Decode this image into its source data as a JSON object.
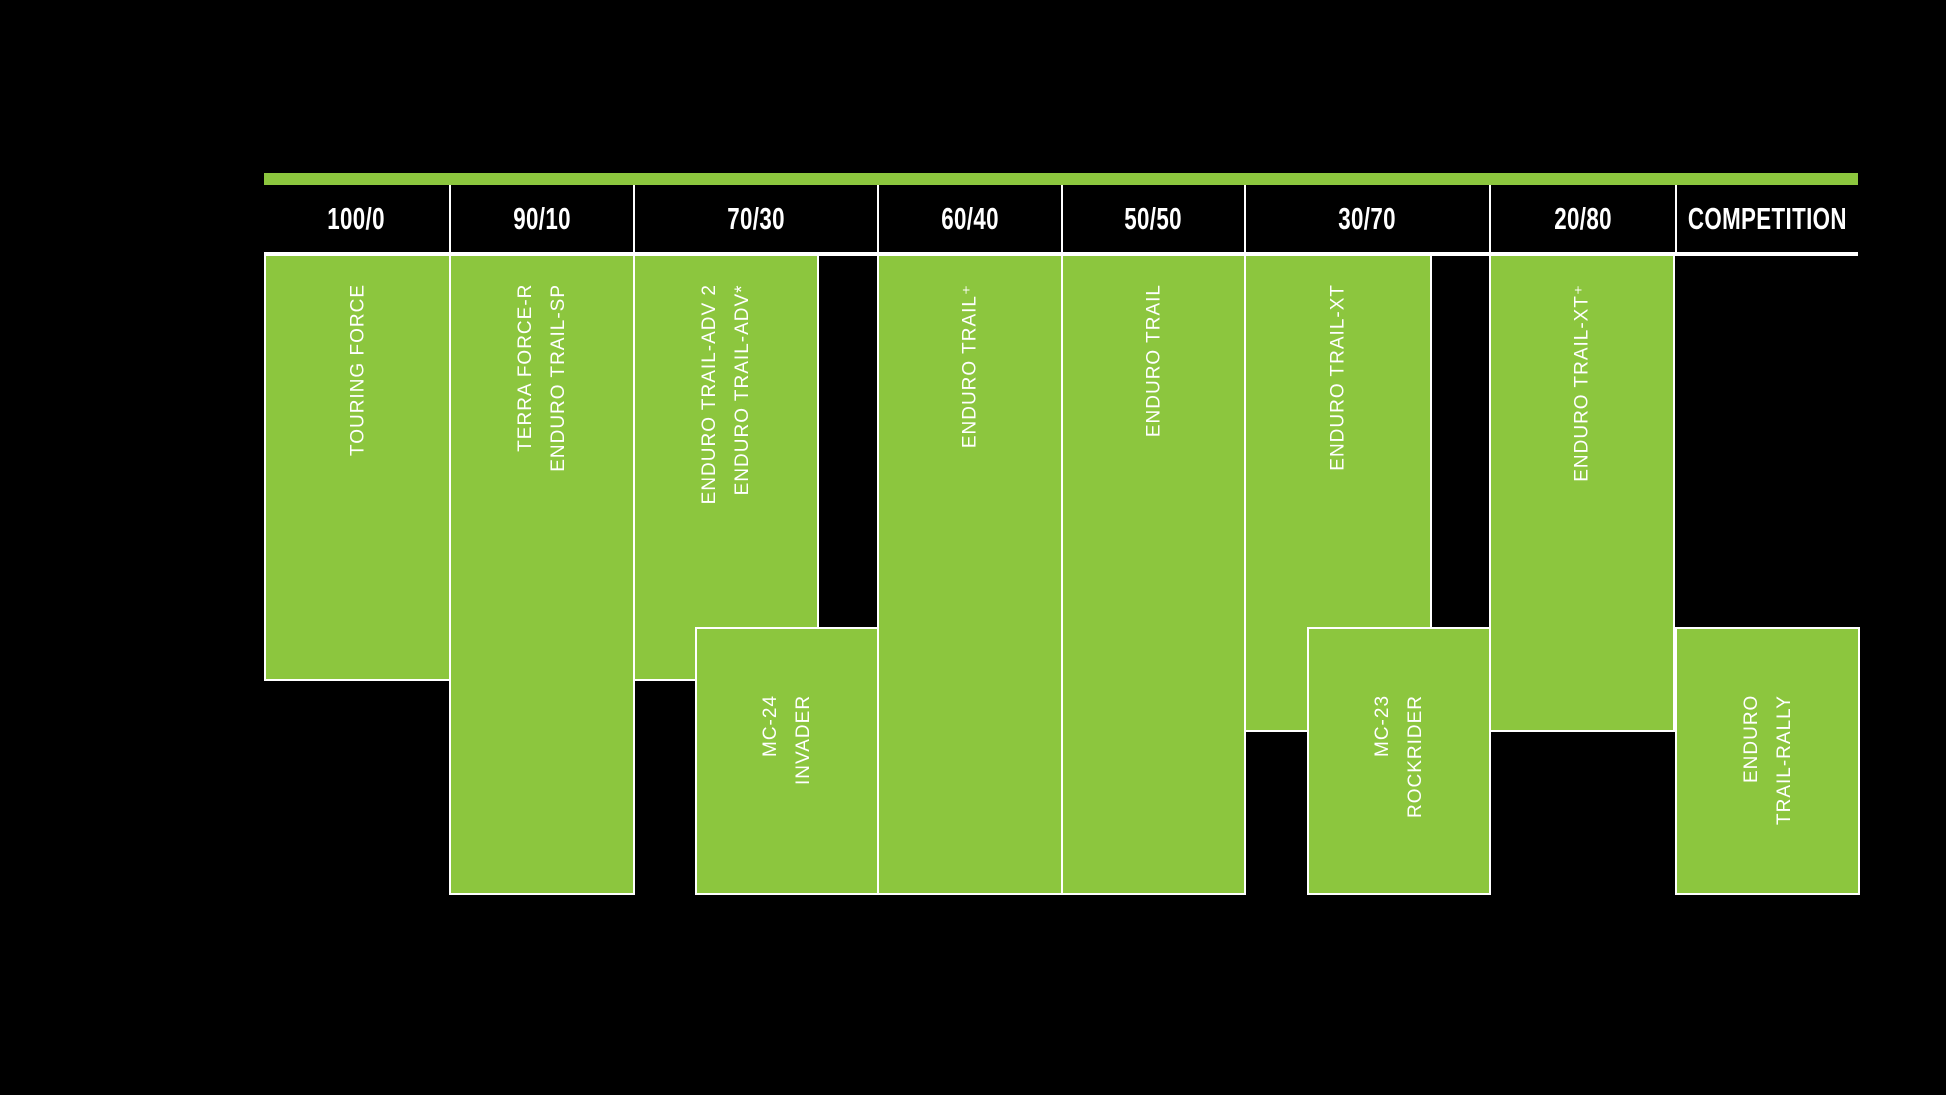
{
  "colors": {
    "background": "#000000",
    "block_green": "#8CC63E",
    "outline_white": "#FFFFFF",
    "header_text": "#FFFFFF",
    "block_text": "#FFFFFF"
  },
  "header": {
    "categories": [
      {
        "label": "100/0"
      },
      {
        "label": "90/10"
      },
      {
        "label": "70/30"
      },
      {
        "label": "60/40"
      },
      {
        "label": "50/50"
      },
      {
        "label": "30/70"
      },
      {
        "label": "20/80"
      },
      {
        "label": "COMPETITION"
      }
    ]
  },
  "blocks": {
    "touring_force": {
      "label": "TOURING FORCE"
    },
    "terra_force_r": {
      "label": "TERRA FORCE-R\nENDURO TRAIL-SP"
    },
    "enduro_trail_adv": {
      "label": "ENDURO TRAIL-ADV 2\nENDURO TRAIL-ADV*"
    },
    "mc24_invader": {
      "label": "MC-24 INVADER"
    },
    "enduro_trail_plus": {
      "label": "ENDURO TRAIL⁺"
    },
    "enduro_trail": {
      "label": "ENDURO TRAIL"
    },
    "enduro_trail_xt": {
      "label": "ENDURO TRAIL-XT"
    },
    "mc23_rockrider": {
      "label": "MC-23 ROCKRIDER"
    },
    "enduro_trail_xt_plus": {
      "label": "ENDURO TRAIL-XT⁺"
    },
    "enduro_trail_rally": {
      "label": "ENDURO TRAIL-RALLY"
    }
  },
  "chart_data": {
    "type": "table",
    "title": "",
    "categories": [
      "100/0",
      "90/10",
      "70/30",
      "60/40",
      "50/50",
      "30/70",
      "20/80",
      "COMPETITION"
    ],
    "products": [
      {
        "name": "TOURING FORCE",
        "coverage": [
          "100/0"
        ],
        "band": "upper"
      },
      {
        "name": "TERRA FORCE-R / ENDURO TRAIL-SP",
        "coverage": [
          "90/10"
        ],
        "band": "full"
      },
      {
        "name": "ENDURO TRAIL-ADV 2 / ENDURO TRAIL-ADV*",
        "coverage": [
          "70/30"
        ],
        "band": "upper"
      },
      {
        "name": "MC-24 INVADER",
        "coverage": [
          "70/30",
          "60/40"
        ],
        "band": "lower"
      },
      {
        "name": "ENDURO TRAIL⁺",
        "coverage": [
          "60/40"
        ],
        "band": "full"
      },
      {
        "name": "ENDURO TRAIL",
        "coverage": [
          "50/50"
        ],
        "band": "full"
      },
      {
        "name": "ENDURO TRAIL-XT",
        "coverage": [
          "30/70"
        ],
        "band": "upper"
      },
      {
        "name": "MC-23 ROCKRIDER",
        "coverage": [
          "30/70"
        ],
        "band": "lower"
      },
      {
        "name": "ENDURO TRAIL-XT⁺",
        "coverage": [
          "20/80"
        ],
        "band": "upper"
      },
      {
        "name": "ENDURO TRAIL-RALLY",
        "coverage": [
          "COMPETITION"
        ],
        "band": "lower"
      }
    ],
    "legend_position": "none",
    "grid": false
  }
}
